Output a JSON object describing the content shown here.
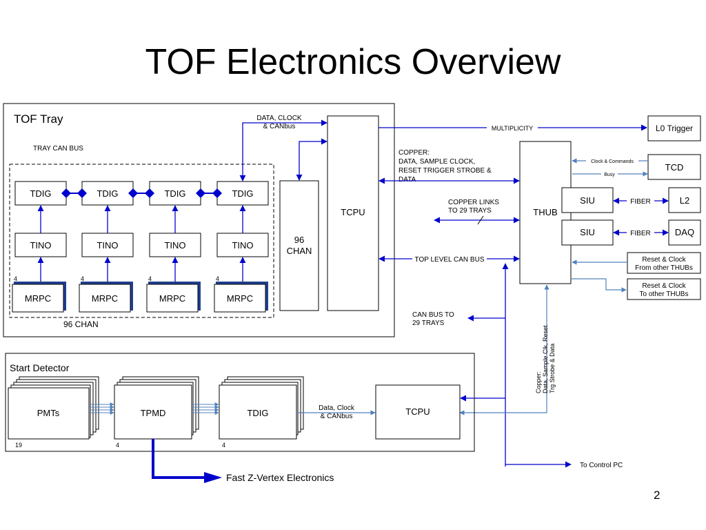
{
  "slide": {
    "title": "TOF Electronics Overview",
    "page_number": "2"
  },
  "tof_tray": {
    "label": "TOF Tray",
    "can_bus_label": "TRAY CAN BUS",
    "group_label": "96 CHAN",
    "tdig": [
      "TDIG",
      "TDIG",
      "TDIG",
      "TDIG"
    ],
    "tino": [
      "TINO",
      "TINO",
      "TINO",
      "TINO"
    ],
    "mrpc": [
      "MRPC",
      "MRPC",
      "MRPC",
      "MRPC"
    ],
    "mrpc_count": [
      "4",
      "4",
      "4",
      "4"
    ],
    "chan_box": [
      "96",
      "CHAN"
    ],
    "tcpu": "TCPU",
    "data_clock": [
      "DATA, CLOCK",
      "& CANbus"
    ]
  },
  "links": {
    "multiplicity": "MULTIPLICITY",
    "copper": [
      "COPPER:",
      "DATA,  SAMPLE CLOCK,",
      "RESET  TRIGGER STROBE &",
      "DATA"
    ],
    "copper_links": [
      "COPPER LINKS",
      "TO 29 TRAYS"
    ],
    "top_level_can": "TOP LEVEL CAN BUS",
    "can_bus_29": [
      "CAN BUS TO",
      "29 TRAYS"
    ],
    "clock_commands": "Clock & Commands",
    "busy": "Busy",
    "fiber": "FIBER",
    "copper_vertical": [
      "Copper:",
      "Data, Sample Clk, Reset",
      "Trg Strobe & Data"
    ],
    "to_control_pc": "To Control PC"
  },
  "thub_side": {
    "l0_trigger": "L0 Trigger",
    "thub": "THUB",
    "tcd": "TCD",
    "siu": [
      "SIU",
      "SIU"
    ],
    "l2": "L2",
    "daq": "DAQ",
    "reset_from": [
      "Reset & Clock",
      "From other THUBs"
    ],
    "reset_to": [
      "Reset & Clock",
      "To other THUBs"
    ]
  },
  "start_detector": {
    "label": "Start Detector",
    "pmts": "PMTs",
    "tpmd": "TPMD",
    "tdig": "TDIG",
    "tcpu": "TCPU",
    "pmts_count": "19",
    "tpmd_count": "4",
    "tdig_count": "4",
    "data_clock": [
      "Data, Clock",
      "& CANbus"
    ],
    "fast_z": "Fast Z-Vertex Electronics"
  },
  "colors": {
    "arrow_blue": "#0000cc",
    "light_blue": "#4f81bd",
    "mrpc_shadow": "#1f3f8f"
  }
}
